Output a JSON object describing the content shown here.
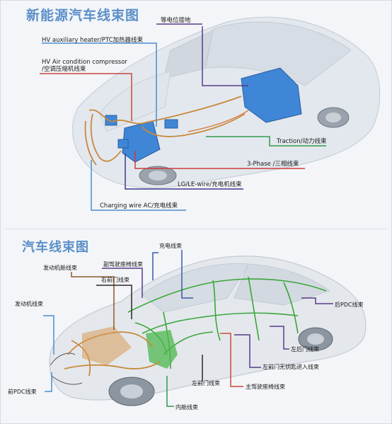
{
  "top_section": {
    "title": "新能源汽车线束图",
    "labels": {
      "equipotential": "等电位接地",
      "hv_heater": "HV auxiliary heater/PTC加热器线束",
      "hv_ac_line1": "HV Air condition compressor",
      "hv_ac_line2": "/空调压缩机线束",
      "traction": "Traction/动力线束",
      "three_phase": "3-Phase /三相线束",
      "lg_le": "LG/LE-wire/充电机线束",
      "charging": "Charging wire AC/充电线束"
    }
  },
  "bottom_section": {
    "title": "汽车线束图",
    "labels": {
      "charging_harness": "充电线束",
      "engine_room": "发动机舱线束",
      "passenger_seat": "副驾驶座椅线束",
      "right_front_door": "右前门线束",
      "engine": "发动机线束",
      "rear_pdc": "后PDC线束",
      "left_rear_door": "左后门线束",
      "left_front_keyless": "左前门无钥匙进入线束",
      "left_front_door": "左前门线束",
      "driver_seat": "主驾驶座椅线束",
      "front_pdc": "前PDC线束",
      "cabin": "内舱线束"
    }
  },
  "colors": {
    "title": "#5b8fc9",
    "hv_blue": "#3f86d6",
    "line_purple": "#5a3a8a",
    "line_blue": "#4a8fd0",
    "line_green": "#2f9a4a",
    "line_red": "#d03a3a",
    "line_brown": "#8a5a2a",
    "harness_orange": "#c88a3c",
    "harness_green": "#3aa63a"
  }
}
